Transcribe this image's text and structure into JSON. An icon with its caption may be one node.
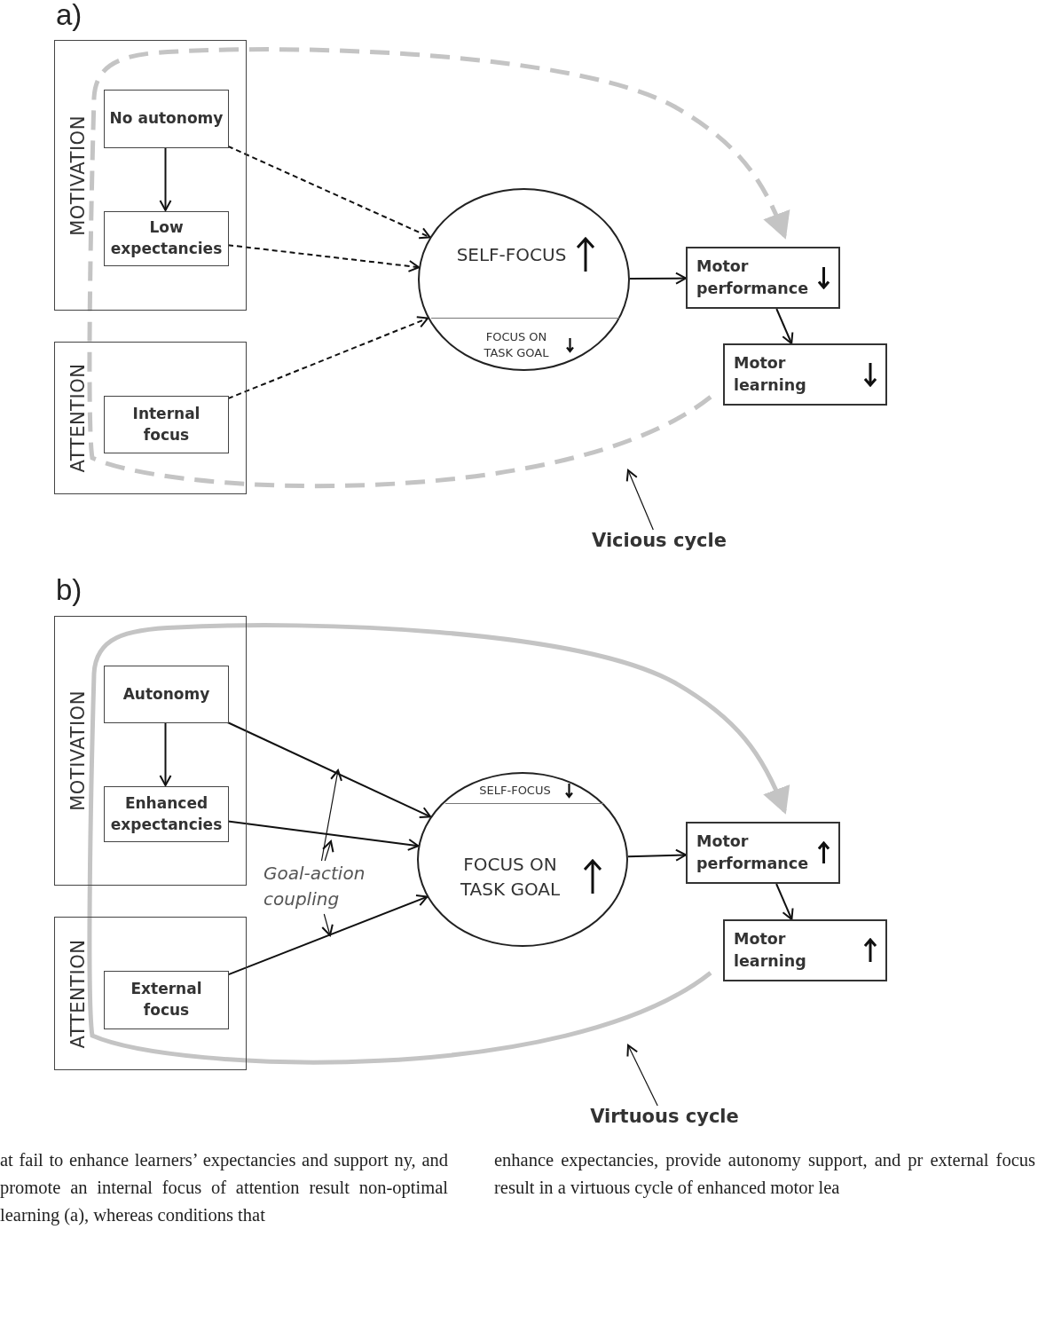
{
  "diagram": {
    "nodes": [
      {
        "text": [
          "MOTIVATION"
        ]
      },
      {
        "text": [
          "No autonomy"
        ],
        "in": 0
      },
      {
        "text": [
          "Low expectancies"
        ],
        "in": 0
      },
      {
        "text": [
          "ATTENTION"
        ]
      },
      {
        "text": [
          "Internal focus"
        ],
        "in": 3
      },
      {
        "text": [
          "SELF-FOCUS",
          "FOCUS ON TASK GOAL"
        ]
      },
      {
        "text": [
          "Motor performance"
        ]
      },
      {
        "text": [
          "Motor learning"
        ]
      },
      {
        "text": [
          "Vicious cycle"
        ]
      },
      {
        "text": [
          "MOTIVATION"
        ]
      },
      {
        "text": [
          "Autonomy"
        ],
        "in": 9
      },
      {
        "text": [
          "Enhanced expectancies"
        ],
        "in": 9
      },
      {
        "text": [
          "ATTENTION"
        ]
      },
      {
        "text": [
          "External focus"
        ],
        "in": 12
      },
      {
        "text": [
          "SELF-FOCUS",
          "FOCUS ON TASK GOAL"
        ]
      },
      {
        "text": [
          "Motor performance"
        ]
      },
      {
        "text": [
          "Motor learning"
        ]
      },
      {
        "text": [
          "Goal-action coupling"
        ]
      },
      {
        "text": [
          "Virtuous cycle"
        ]
      }
    ],
    "edges": [
      {
        "from": 1,
        "to": 2,
        "arrow": "to"
      },
      {
        "from": 1,
        "to": 5,
        "arrow": "to",
        "style": "dashed"
      },
      {
        "from": 2,
        "to": 5,
        "arrow": "to",
        "style": "dashed"
      },
      {
        "from": 4,
        "to": 5,
        "arrow": "to",
        "style": "dashed"
      },
      {
        "from": 5,
        "to": 6,
        "arrow": "to"
      },
      {
        "from": 6,
        "to": 7,
        "arrow": "to"
      },
      {
        "from": 7,
        "to": 6,
        "arrow": "to",
        "style": "dashed",
        "color": "#c4c4c4"
      },
      {
        "from": 8,
        "to": null,
        "arrow": "to"
      },
      {
        "from": 10,
        "to": 11,
        "arrow": "to"
      },
      {
        "from": 10,
        "to": 14,
        "arrow": "to"
      },
      {
        "from": 11,
        "to": 14,
        "arrow": "to"
      },
      {
        "from": 13,
        "to": 14,
        "arrow": "to"
      },
      {
        "from": 14,
        "to": 15,
        "arrow": "to"
      },
      {
        "from": 15,
        "to": 16,
        "arrow": "to"
      },
      {
        "from": 16,
        "to": 15,
        "arrow": "to",
        "style": "thick",
        "color": "#c4c4c4"
      },
      {
        "from": 17,
        "to": null,
        "arrow": "to"
      },
      {
        "from": 17,
        "to": null,
        "arrow": "to"
      },
      {
        "from": 17,
        "to": null,
        "arrow": "to"
      },
      {
        "from": 18,
        "to": null,
        "arrow": "to"
      }
    ],
    "labels": [
      "a)",
      "b)",
      "at fail to enhance learners’ expectancies and support ny, and promote an internal focus of attention result non-optimal learning (a), whereas conditions that",
      "enhance expectancies, provide autonomy support, and pr external focus result in a virtuous cycle of enhanced motor lea"
    ]
  }
}
